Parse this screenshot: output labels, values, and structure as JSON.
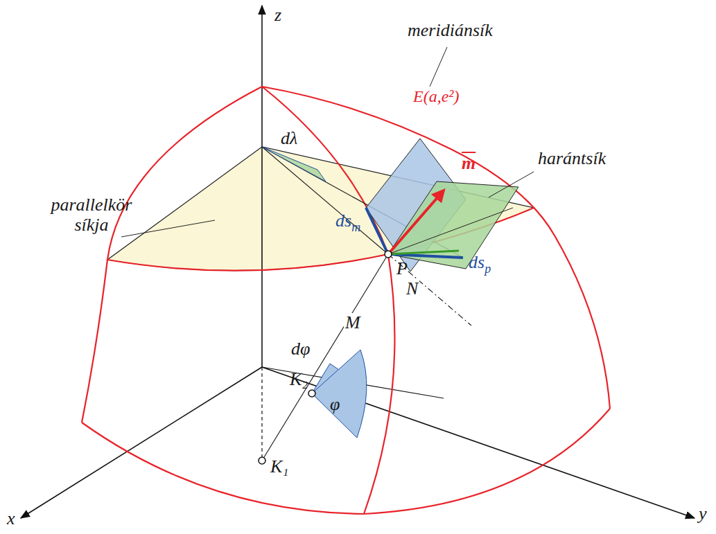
{
  "diagram": {
    "labels": [
      "z",
      "E(a,e²)",
      "parallelkör síkja",
      "meridiánsík",
      "m",
      "harántsík",
      "dλ",
      "ds",
      "m",
      "ds",
      "p",
      "M",
      "P",
      "dφ",
      "N",
      "K₂",
      "φ",
      "K₁",
      "x",
      "y"
    ]
  }
}
